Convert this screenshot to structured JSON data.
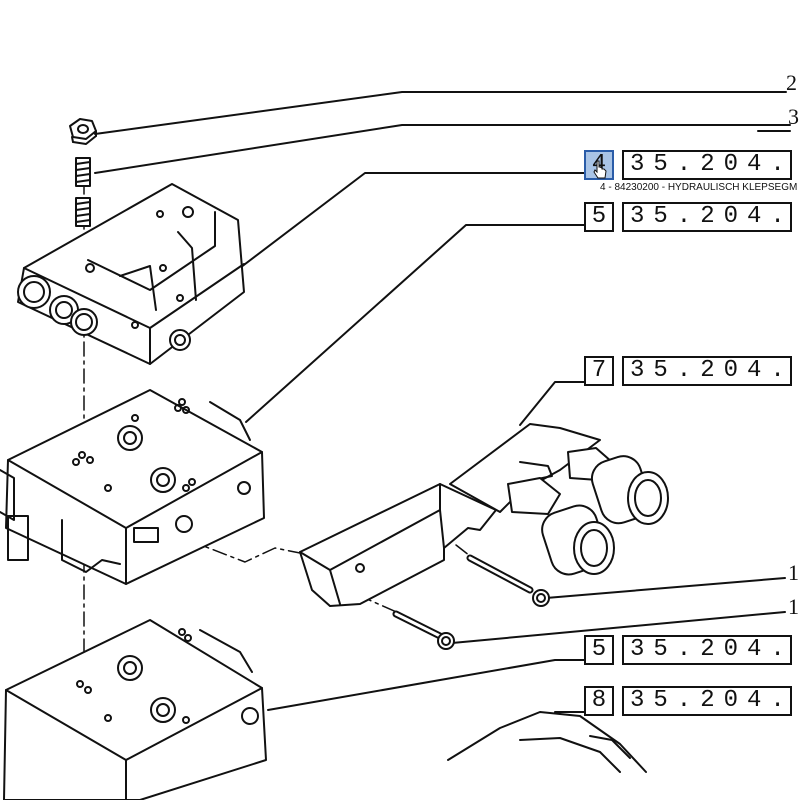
{
  "refs": {
    "r4": {
      "index": "4",
      "code": "35.204."
    },
    "r5a": {
      "index": "5",
      "code": "35.204."
    },
    "r7": {
      "index": "7",
      "code": "35.204."
    },
    "r5b": {
      "index": "5",
      "code": "35.204."
    },
    "r8": {
      "index": "8",
      "code": "35.204."
    }
  },
  "tooltip": "4 - 84230200 - HYDRAULISCH KLEPSEGM",
  "callouts": {
    "c2": "2",
    "c3": "3",
    "c1a": "1",
    "c1b": "1"
  }
}
